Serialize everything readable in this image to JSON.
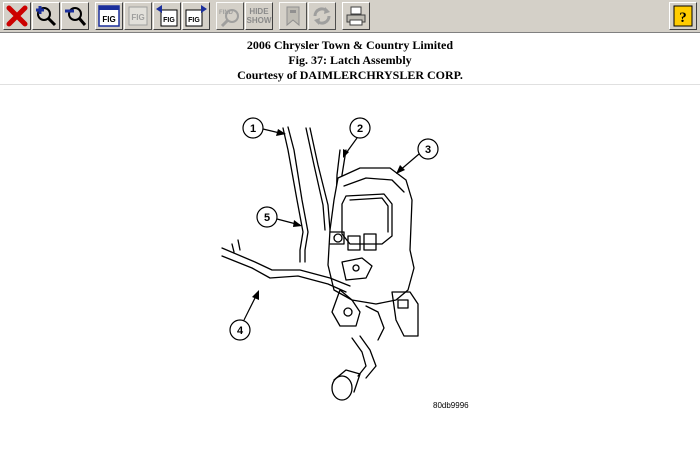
{
  "toolbar": {
    "buttons": [
      {
        "name": "close-button",
        "icon": "close-x-icon"
      },
      {
        "name": "zoom-in-button",
        "icon": "zoom-in-icon"
      },
      {
        "name": "zoom-out-button",
        "icon": "zoom-out-icon"
      },
      {
        "name": "fig-index-button",
        "icon": "figure-index-icon",
        "label": "FIG"
      },
      {
        "name": "fig-disabled-button",
        "icon": "figure-icon",
        "label": "FIG"
      },
      {
        "name": "fig-prev-button",
        "icon": "figure-prev-icon",
        "label": "FIG"
      },
      {
        "name": "fig-next-button",
        "icon": "figure-next-icon",
        "label": "FIG"
      },
      {
        "name": "find-button",
        "icon": "find-icon",
        "label": "FIND"
      },
      {
        "name": "hide-show-button",
        "icon": "hide-show-icon",
        "label_top": "HIDE",
        "label_bottom": "SHOW"
      },
      {
        "name": "bookmark-button",
        "icon": "bookmark-icon"
      },
      {
        "name": "refresh-button",
        "icon": "refresh-icon"
      },
      {
        "name": "print-button",
        "icon": "printer-icon"
      },
      {
        "name": "help-button",
        "icon": "help-icon",
        "label": "?"
      }
    ],
    "colors": {
      "face": "#d4d0c8",
      "close_red": "#cc0000",
      "zoom_blue": "#1b2f9c",
      "help_yellow": "#ffcc00"
    }
  },
  "header": {
    "line1": "2006 Chrysler Town & Country Limited",
    "line2": "Fig. 37: Latch Assembly",
    "line3": "Courtesy of DAIMLERCHRYSLER CORP."
  },
  "figure": {
    "callouts": [
      "1",
      "2",
      "3",
      "4",
      "5"
    ],
    "code": "80db9996"
  }
}
